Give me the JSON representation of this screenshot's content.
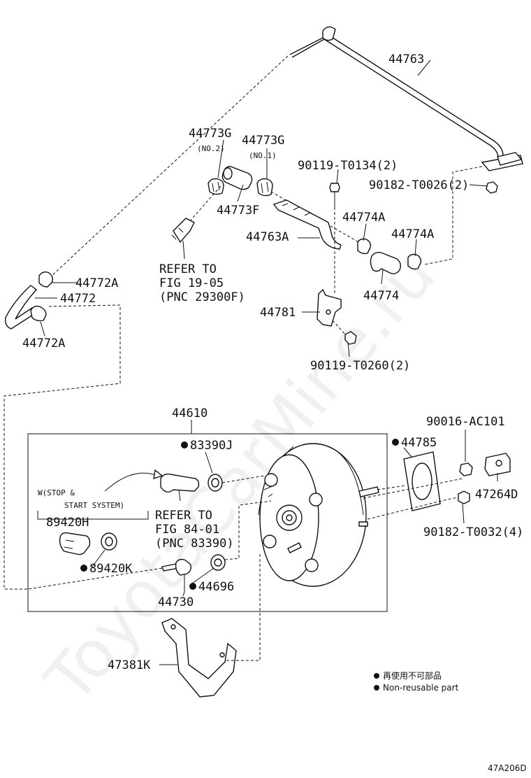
{
  "watermark": "ToyotaCarMine.ru",
  "diagram_id": "47A206D",
  "legend": {
    "line1": "再使用不可部品",
    "line2": "Non-reusable part"
  },
  "labels": {
    "p44763": "44763",
    "p44773g_no2": "44773G",
    "no2": "(NO.2)",
    "p44773g_no1": "44773G",
    "no1": "(NO.1)",
    "p90119_t0134": "90119-T0134(2)",
    "p90182_t0026": "90182-T0026(2)",
    "p44773f": "44773F",
    "p44774a_1": "44774A",
    "p44763a": "44763A",
    "p44774a_2": "44774A",
    "p44774": "44774",
    "refer1_l1": "REFER TO",
    "refer1_l2": "FIG 19-05",
    "refer1_l3": "(PNC 29300F)",
    "p44772a_1": "44772A",
    "p44772": "44772",
    "p44772a_2": "44772A",
    "p44781": "44781",
    "p90119_t0260": "90119-T0260(2)",
    "p44610": "44610",
    "p83390j": "83390J",
    "p44785": "44785",
    "p90016_ac101": "90016-AC101",
    "p47264d": "47264D",
    "p90182_t0032": "90182-T0032(4)",
    "w_l1": "W(STOP &",
    "w_l2": "START SYSTEM)",
    "p89420h": "89420H",
    "refer2_l1": "REFER TO",
    "refer2_l2": "FIG 84-01",
    "refer2_l3": "(PNC 83390)",
    "p89420k": "89420K",
    "p44696": "44696",
    "p44730": "44730",
    "p47381k": "47381K"
  }
}
